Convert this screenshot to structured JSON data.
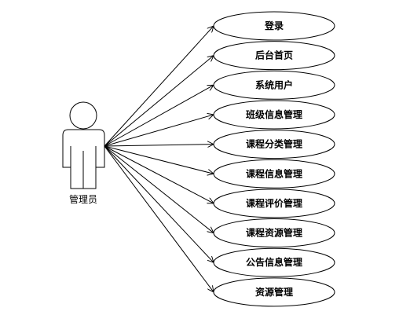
{
  "actor": {
    "label": "管理员"
  },
  "use_cases": [
    "登录",
    "后台首页",
    "系统用户",
    "班级信息管理",
    "课程分类管理",
    "课程信息管理",
    "课程评价管理",
    "课程资源管理",
    "公告信息管理",
    "资源管理"
  ],
  "colors": {
    "stroke": "#000000",
    "background": "#ffffff"
  }
}
